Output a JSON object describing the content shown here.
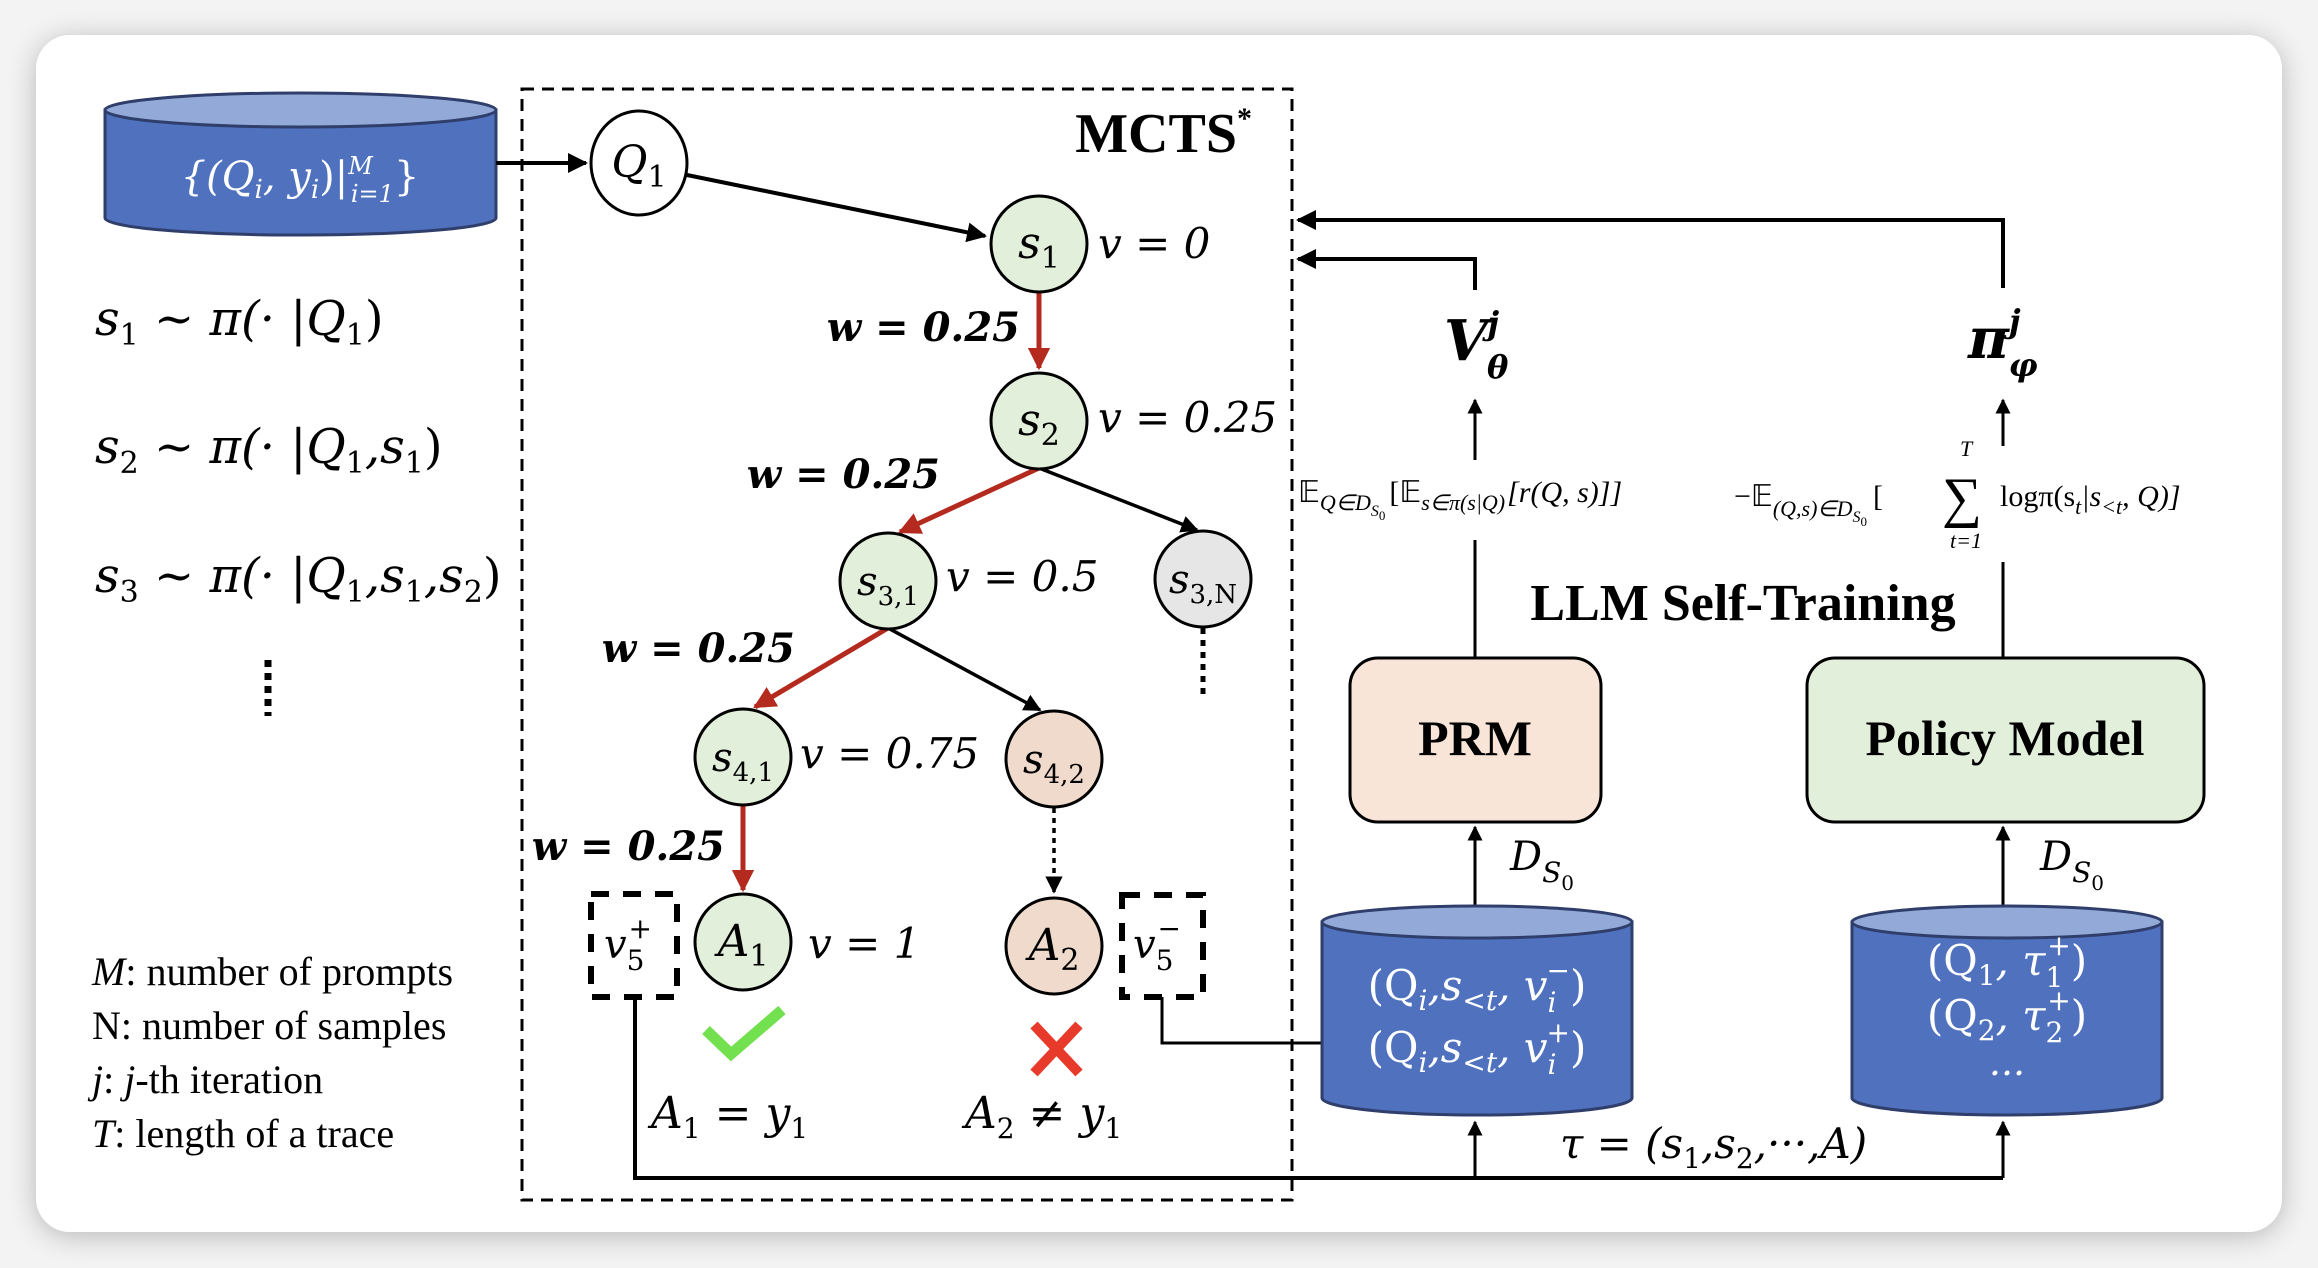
{
  "figure": {
    "mcts_title": "MCTS",
    "mcts_title_sup": "*",
    "self_training_title": "LLM Self-Training"
  },
  "dataset": {
    "label_main": "{(Q",
    "label_sub_i": "i",
    "label_mid": ", y",
    "label_sub_i2": "i",
    "label_close": ")|",
    "label_sup": "M",
    "label_sub": "i=1",
    "label_end": "}"
  },
  "sampling": [
    {
      "lhs": "s",
      "lhs_sub": "1",
      "rhs": " ~ π(· |Q",
      "args": [
        {
          "t": "1",
          "sep": ")"
        }
      ]
    },
    {
      "lhs": "s",
      "lhs_sub": "2",
      "rhs": " ~ π(· |Q",
      "args": [
        {
          "t": "1",
          "sep": ",s"
        },
        {
          "t": "1",
          "sep": ")"
        }
      ]
    },
    {
      "lhs": "s",
      "lhs_sub": "3",
      "rhs": " ~ π(· |Q",
      "args": [
        {
          "t": "1",
          "sep": ",s"
        },
        {
          "t": "1",
          "sep": ",s"
        },
        {
          "t": "2",
          "sep": ")"
        }
      ]
    }
  ],
  "ellipsis_vertical": "⋮",
  "legend": [
    {
      "sym": "M",
      "text": ": number of prompts"
    },
    {
      "sym": "N",
      "text": ": number of samples",
      "upright": true
    },
    {
      "sym": "j",
      "text": ": ",
      "sym2": "j",
      "text2": "-th iteration"
    },
    {
      "sym": "T",
      "text": ": length of a trace"
    }
  ],
  "tree": {
    "nodes": [
      {
        "id": "Q1",
        "base": "Q",
        "sub": "1",
        "fill": "#FFFFFF",
        "value": ""
      },
      {
        "id": "s1",
        "base": "s",
        "sub": "1",
        "fill": "#E2EFDA",
        "value": "v = 0"
      },
      {
        "id": "s2",
        "base": "s",
        "sub": "2",
        "fill": "#E2EFDA",
        "value": "v = 0.25"
      },
      {
        "id": "s31",
        "base": "s",
        "sub": "3,1",
        "fill": "#E2EFDA",
        "value": "v = 0.5"
      },
      {
        "id": "s3N",
        "base": "s",
        "sub": "3,N",
        "fill": "#E6E6E6",
        "value": ""
      },
      {
        "id": "s41",
        "base": "s",
        "sub": "4,1",
        "fill": "#E2EFDA",
        "value": "v = 0.75"
      },
      {
        "id": "s42",
        "base": "s",
        "sub": "4,2",
        "fill": "#F0DACC",
        "value": ""
      },
      {
        "id": "A1",
        "base": "A",
        "sub": "1",
        "fill": "#E2EFDA",
        "value": "v = 1"
      },
      {
        "id": "A2",
        "base": "A",
        "sub": "2",
        "fill": "#F0DACC",
        "value": ""
      }
    ],
    "edge_weights": [
      "w = 0.25",
      "w = 0.25",
      "w = 0.25",
      "w = 0.25"
    ],
    "v_plus": {
      "base": "v",
      "sub": "5",
      "sup": "+"
    },
    "v_minus": {
      "base": "v",
      "sub": "5",
      "sup": "−"
    },
    "result_correct": {
      "lhs": "A",
      "lhs_sub": "1",
      "op": " = y",
      "rhs_sub": "1"
    },
    "result_wrong": {
      "lhs": "A",
      "lhs_sub": "2",
      "op": " ≠ y",
      "rhs_sub": "1"
    },
    "check_color": "#73E04F",
    "cross_color": "#E83A2A",
    "highlight_edge_color": "#B52A1F"
  },
  "prm": {
    "label": "PRM",
    "fill": "#F8E5D8",
    "output_symbol": "V",
    "output_sup": "j",
    "output_sub": "θ",
    "objective": "𝔼",
    "objective_sub": "Q∈D",
    "objective_sub2": "S",
    "objective_sub3": "0",
    "objective_body": "[𝔼",
    "objective_inner_sub": "s∈π(s|Q)",
    "objective_tail": "[r(Q, s)]]",
    "data_label": "D",
    "data_sub": "S",
    "data_sub2": "0",
    "db_rows": [
      {
        "a": "(Q",
        "a_sub": "i",
        "b": ",s",
        "b_sub": "<t",
        "c": ", v",
        "c_sub": "i",
        "c_sup": "−",
        "d": ")"
      },
      {
        "a": "(Q",
        "a_sub": "i",
        "b": ",s",
        "b_sub": "<t",
        "c": ", v",
        "c_sub": "i",
        "c_sup": "+",
        "d": ")"
      }
    ]
  },
  "policy": {
    "label": "Policy Model",
    "fill": "#E2EFDA",
    "output_symbol": "π",
    "output_sup": "j",
    "output_sub": "φ",
    "objective_minus": "−𝔼",
    "objective_sub": "(Q,s)∈D",
    "objective_sub2": "S",
    "objective_sub3": "0",
    "objective_open": "[",
    "sum_symbol": "∑",
    "sum_upper": "T",
    "sum_lower": "t=1",
    "objective_body": "logπ(s",
    "objective_body_sub": "t",
    "objective_body2": "|s",
    "objective_body_sub2": "<t",
    "objective_tail": ", Q)]",
    "data_label": "D",
    "data_sub": "S",
    "data_sub2": "0",
    "db_rows": [
      {
        "a": "(Q",
        "a_sub": "1",
        "b": ", τ",
        "b_sub": "1",
        "b_sup": "+",
        "c": ")"
      },
      {
        "a": "(Q",
        "a_sub": "2",
        "b": ", τ",
        "b_sub": "2",
        "b_sup": "+",
        "c": ")"
      }
    ],
    "db_ellipsis": "..."
  },
  "trace": {
    "label": "τ = (s",
    "s1_sub": "1",
    "mid": ",s",
    "s2_sub": "2",
    "tail": ",···,A)"
  },
  "colors": {
    "db_body": "#4F71BE",
    "db_top": "#93A9D8",
    "db_stroke": "#2F3E6B"
  }
}
